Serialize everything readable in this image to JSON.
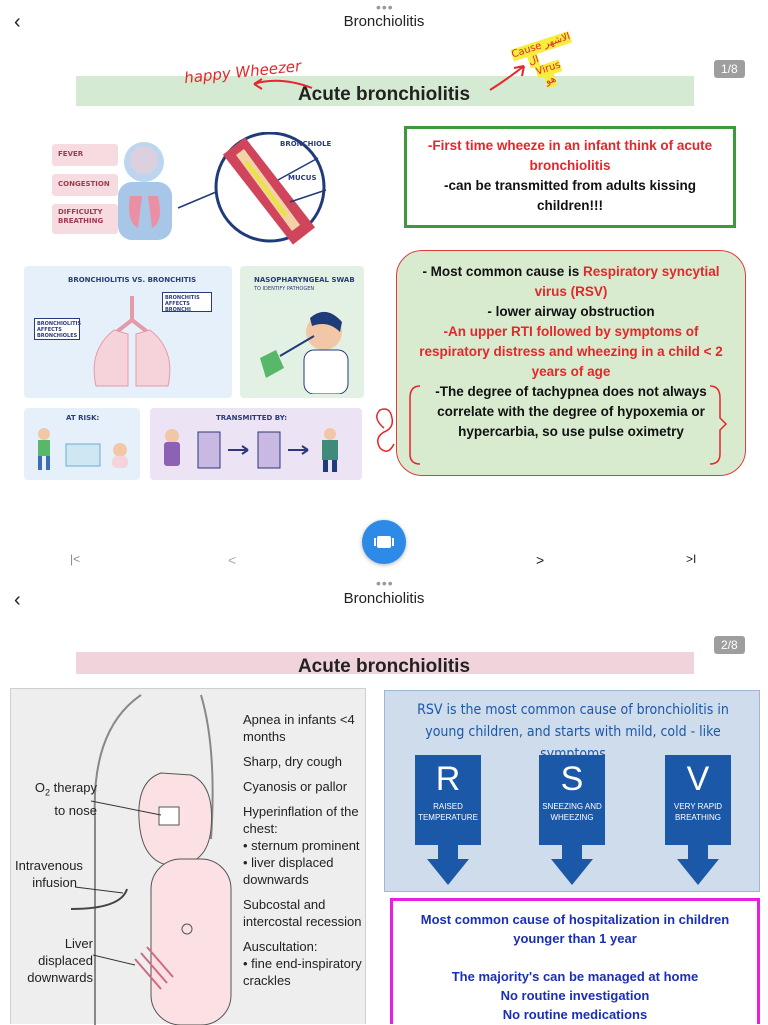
{
  "viewer": {
    "title": "Bronchiolitis",
    "back_icon": "chevron-left-icon",
    "more_icon": "more-dots-icon"
  },
  "slide1": {
    "page": "1/8",
    "title": "Acute bronchiolitis",
    "handwritten_left": "happy Wheezer",
    "handwritten_right_lines": [
      "Cause الاشهر",
      "ال",
      "Virus",
      "هو"
    ],
    "illustration": {
      "symptoms": [
        "FEVER",
        "CONGESTION",
        "DIFFICULTY BREATHING"
      ],
      "labels": [
        "BRONCHIOLE",
        "MUCUS"
      ],
      "compare_title": "BRONCHIOLITIS VS. BRONCHITIS",
      "bronchitis_label": "BRONCHITIS AFFECTS BRONCHI",
      "bronchiolitis_label": "BRONCHIOLITIS AFFECTS BRONCHIOLES",
      "swab_title": "NASOPHARYNGEAL SWAB",
      "swab_sub": "TO IDENTIFY PATHOGEN",
      "risk_title": "AT RISK:",
      "transmit_title": "TRANSMITTED BY:"
    },
    "green_box": {
      "line1": "-First time wheeze in an infant think of acute bronchiolitis",
      "line2": "-can be transmitted from adults kissing children!!!"
    },
    "rounded_box": {
      "a1": "- Most common cause is ",
      "a2": "Respiratory syncytial virus (RSV)",
      "b": "- lower airway obstruction",
      "c": "-An upper RTI followed by symptoms of respiratory distress and wheezing in a child < 2 years of age",
      "d": "-The degree of tachypnea does not always correlate with the degree of hypoxemia or hypercarbia, so use pulse oximetry"
    }
  },
  "nav": {
    "first_icon": "first-page-icon",
    "prev_icon": "prev-page-icon",
    "next_icon": "next-page-icon",
    "last_icon": "last-page-icon",
    "fab_icon": "reading-mode-icon",
    "first": "|<",
    "prev": "<",
    "next": ">",
    "last": ">I"
  },
  "slide2": {
    "page": "2/8",
    "title": "Acute bronchiolitis",
    "diagram_labels": {
      "o2_a": "O",
      "o2_b": "2",
      "o2_c": " therapy",
      "o2_d": "to nose",
      "iv": "Intravenous infusion",
      "liver": "Liver displaced downwards"
    },
    "signs": [
      "Apnea in infants <4 months",
      "Sharp, dry cough",
      "Cyanosis or pallor",
      "Hyperinflation of the chest:",
      "• sternum prominent",
      "• liver displaced downwards",
      "Subcostal and intercostal recession",
      "Auscultation:",
      "• fine end-inspiratory crackles"
    ],
    "rsv_box": {
      "headline": "RSV is the most common cause of bronchiolitis in young children, and starts with mild, cold - like symptoms",
      "letters": [
        {
          "letter": "R",
          "meaning": "RAISED TEMPERATURE"
        },
        {
          "letter": "S",
          "meaning": "SNEEZING AND WHEEZING"
        },
        {
          "letter": "V",
          "meaning": "VERY RAPID BREATHING"
        }
      ]
    },
    "magenta_box": {
      "line1": "Most common cause of hospitalization in children younger than 1 year",
      "line2": "The majority's can be managed at home",
      "line3": "No routine investigation",
      "line4": "No routine medications"
    }
  },
  "colors": {
    "title_band_green": "#d5ead2",
    "title_band_pink": "#f1d3dc",
    "green_border": "#3c9a3c",
    "rounded_fill": "#d8ebcf",
    "rounded_border": "#e03a3a",
    "red_text": "#e5262a",
    "rsv_fill": "#cfdcec",
    "rsv_blue": "#1b58a8",
    "magenta": "#e81ee0",
    "fab_blue": "#2d8ae6"
  }
}
